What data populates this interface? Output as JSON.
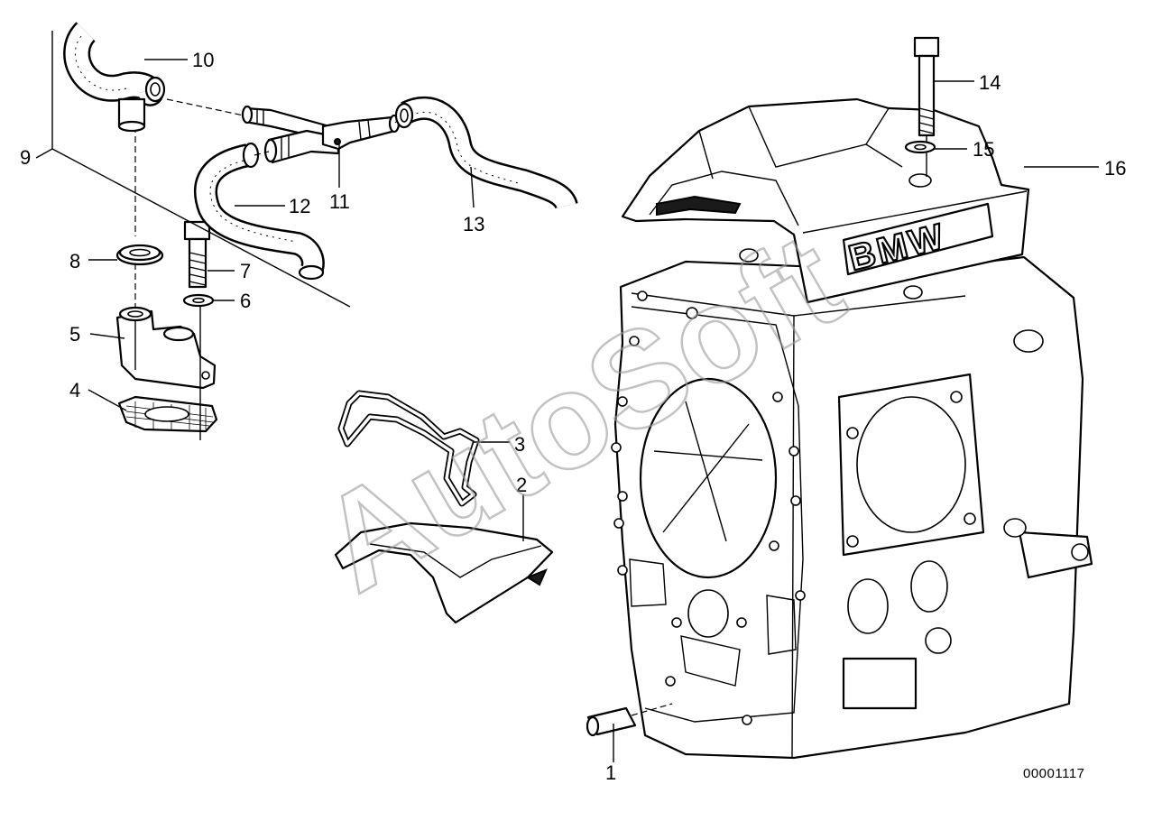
{
  "diagram": {
    "callouts": [
      "1",
      "2",
      "3",
      "4",
      "5",
      "6",
      "7",
      "8",
      "9",
      "10",
      "11",
      "12",
      "13",
      "14",
      "15",
      "16"
    ],
    "brand_text": "BMW",
    "watermark": "AutoSoft",
    "reference_number": "00001117"
  }
}
